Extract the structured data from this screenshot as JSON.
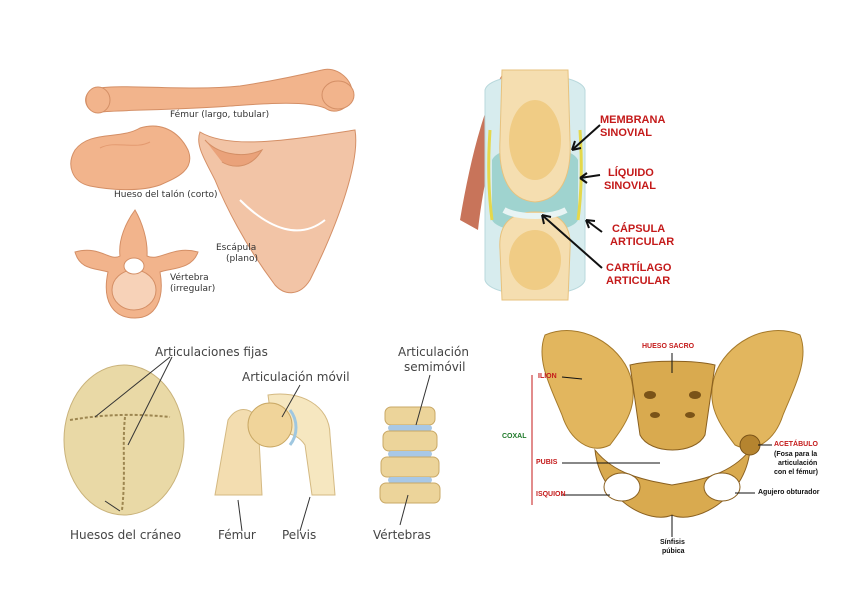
{
  "bone_types": {
    "femur": "Fémur (largo, tubular)",
    "heel": "Hueso del talón (corto)",
    "scapula_1": "Escápula",
    "scapula_2": "(plano)",
    "vertebra_1": "Vértebra",
    "vertebra_2": "(irregular)"
  },
  "synovial_joint": {
    "membrana_1": "MEMBRANA",
    "membrana_2": "SINOVIAL",
    "liquido_1": "LÍQUIDO",
    "liquido_2": "SINOVIAL",
    "capsula_1": "CÁPSULA",
    "capsula_2": "ARTICULAR",
    "cartilago_1": "CARTÍLAGO",
    "cartilago_2": "ARTICULAR"
  },
  "joint_types": {
    "fixed": "Articulaciones fijas",
    "skull": "Huesos del cráneo",
    "mobile": "Articulación móvil",
    "femur": "Fémur",
    "pelvis": "Pelvis",
    "semi_1": "Articulación",
    "semi_2": "semimóvil",
    "vertebrae": "Vértebras"
  },
  "pelvis": {
    "sacro": "HUESO SACRO",
    "ilion": "ILION",
    "coxal": "COXAL",
    "pubis": "PUBIS",
    "isquion": "ISQUION",
    "acetabulo": "ACETÁBULO",
    "acetabulo_note_1": "(Fosa para la",
    "acetabulo_note_2": "articulación",
    "acetabulo_note_3": "con el fémur)",
    "agujero": "Agujero obturador",
    "sinfisis_1": "Sínfisis",
    "sinfisis_2": "púbica"
  },
  "colors": {
    "bone_peach": "#f2b48c",
    "bone_tan": "#e2b65e",
    "label_red": "#c41a1a",
    "synovial_teal": "#9fd3cf"
  }
}
